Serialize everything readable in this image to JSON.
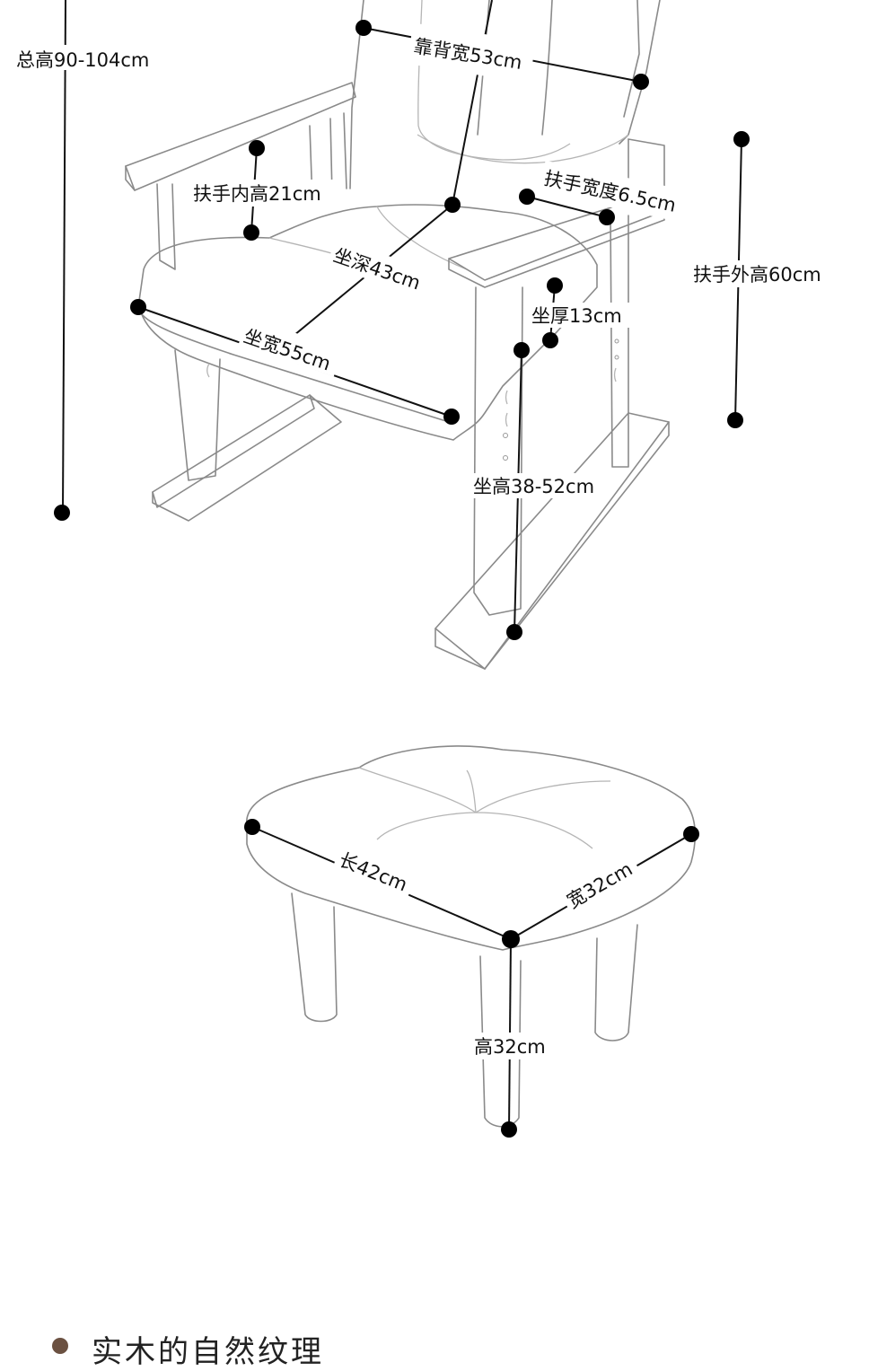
{
  "chair": {
    "total_height": "总高90-104cm",
    "back_width": "靠背宽53cm",
    "armrest_inner_height": "扶手内高21cm",
    "armrest_width": "扶手宽度6.5cm",
    "armrest_outer_height": "扶手外高60cm",
    "seat_depth": "坐深43cm",
    "seat_thickness": "坐厚13cm",
    "seat_width": "坐宽55cm",
    "seat_height": "坐高38-52cm"
  },
  "ottoman": {
    "length": "长42cm",
    "width": "宽32cm",
    "height": "高32cm"
  },
  "footer": {
    "heading": "实木的自然纹理"
  }
}
